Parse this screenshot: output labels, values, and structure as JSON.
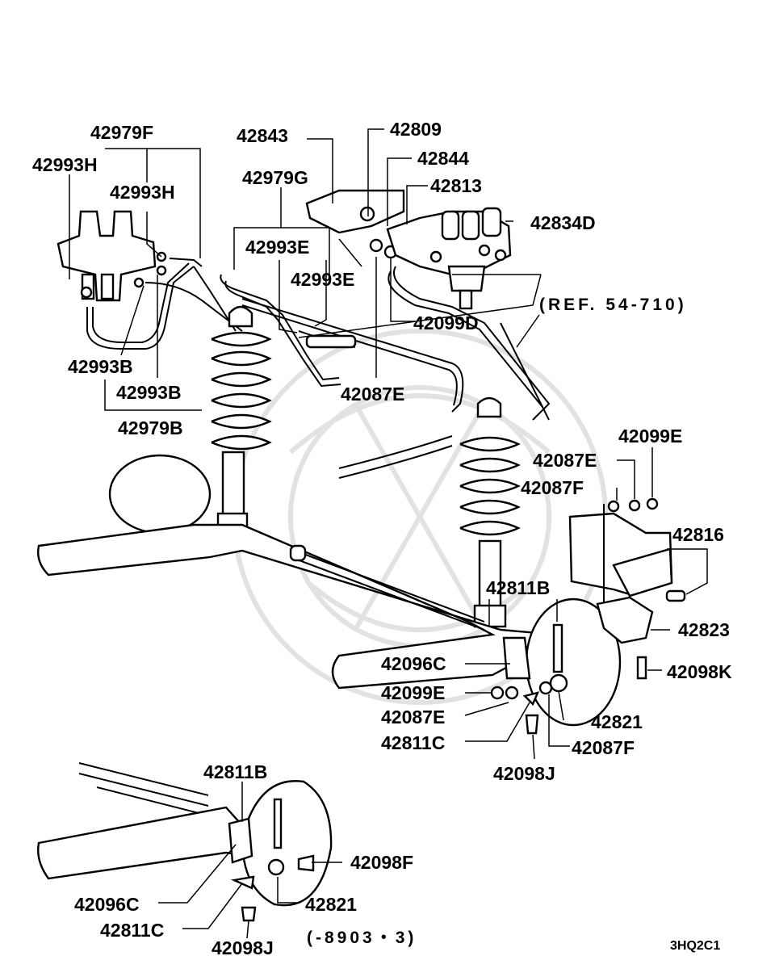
{
  "diagram": {
    "reference": "(REF. 54-710)",
    "note": "(-8903・3)",
    "code": "3HQ2C1",
    "labels": {
      "p42979F": "42979F",
      "p42993H_a": "42993H",
      "p42993H_b": "42993H",
      "p42843": "42843",
      "p42809": "42809",
      "p42844": "42844",
      "p42813": "42813",
      "p42834D": "42834D",
      "p42979G": "42979G",
      "p42993E_a": "42993E",
      "p42993E_b": "42993E",
      "p42099D": "42099D",
      "p42993B_a": "42993B",
      "p42993B_b": "42993B",
      "p42979B": "42979B",
      "p42087E_a": "42087E",
      "p42099E_a": "42099E",
      "p42087E_b": "42087E",
      "p42087F_a": "42087F",
      "p42816": "42816",
      "p42811B_a": "42811B",
      "p42823": "42823",
      "p42096C_a": "42096C",
      "p42098K": "42098K",
      "p42099E_b": "42099E",
      "p42087E_c": "42087E",
      "p42821_a": "42821",
      "p42811C_a": "42811C",
      "p42087F_b": "42087F",
      "p42098J_a": "42098J",
      "p42811B_b": "42811B",
      "p42098F": "42098F",
      "p42096C_b": "42096C",
      "p42821_b": "42821",
      "p42811C_b": "42811C",
      "p42098J_b": "42098J"
    }
  }
}
